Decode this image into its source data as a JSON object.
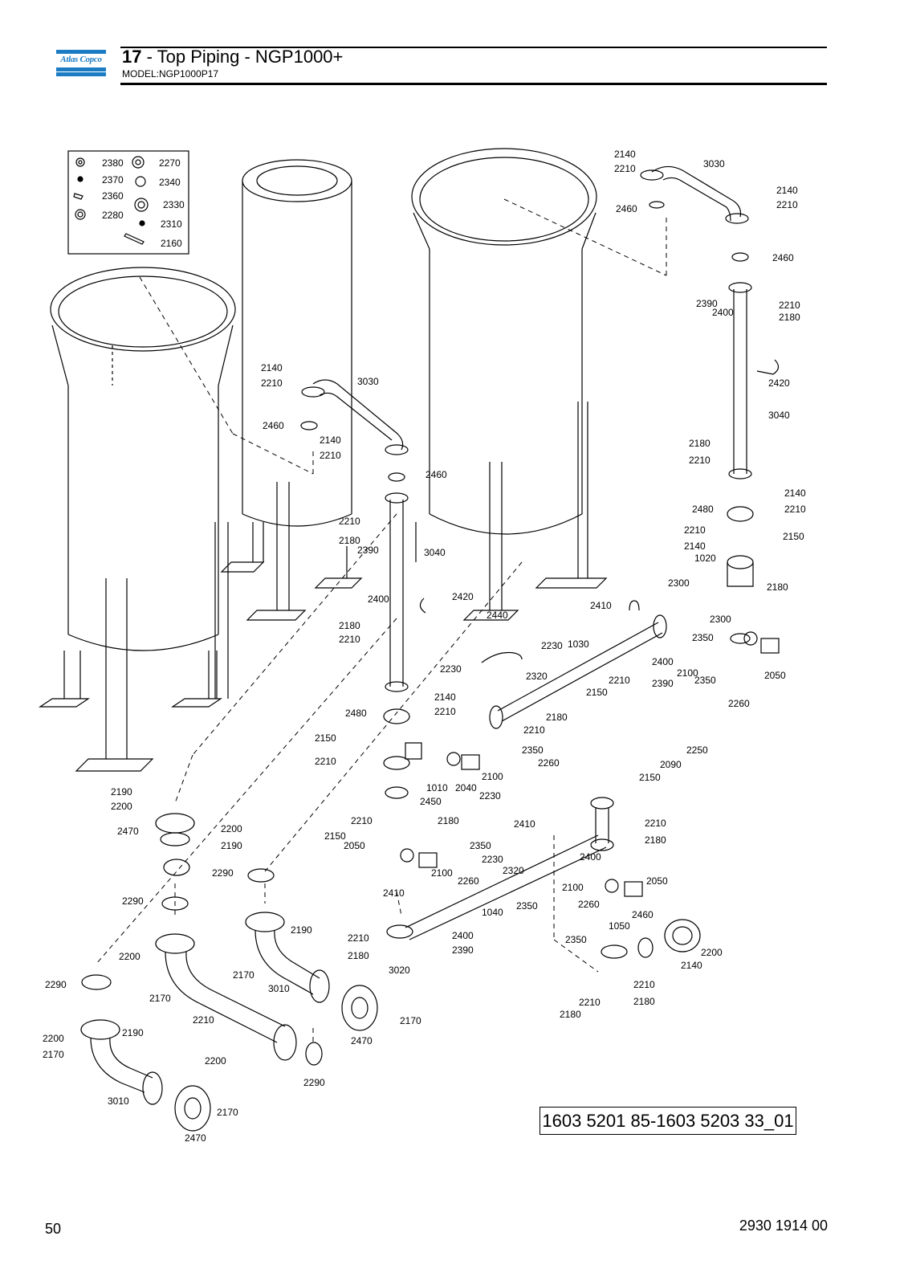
{
  "header": {
    "brand": "Atlas Copco",
    "section_number": "17",
    "title_rest": " - Top Piping - NGP1000+",
    "model": "MODEL:NGP1000P17"
  },
  "drawing_id": "1603 5201 85-1603 5203 33_01",
  "footer": {
    "page_number": "50",
    "document_number": "2930 1914 00"
  },
  "legend": {
    "items": [
      "2380",
      "2270",
      "2370",
      "2340",
      "2360",
      "2330",
      "2280",
      "2310",
      "2160"
    ]
  },
  "callouts": [
    "2140",
    "2210",
    "3030",
    "2140",
    "2210",
    "2460",
    "2460",
    "2390",
    "2400",
    "2210",
    "2180",
    "2420",
    "3040",
    "2180",
    "2210",
    "2140",
    "2480",
    "2210",
    "2210",
    "2150",
    "2140",
    "1020",
    "2180",
    "2300",
    "2300",
    "2350",
    "2050",
    "2100",
    "2350",
    "2260",
    "2140",
    "2210",
    "3030",
    "2460",
    "2140",
    "2210",
    "2460",
    "2210",
    "2180",
    "2390",
    "3040",
    "2400",
    "2420",
    "2410",
    "2440",
    "2180",
    "2210",
    "2230",
    "1030",
    "2230",
    "2400",
    "2320",
    "2210",
    "2390",
    "2150",
    "2140",
    "2480",
    "2210",
    "2180",
    "2210",
    "2150",
    "2210",
    "2350",
    "2260",
    "2100",
    "1010",
    "2040",
    "2250",
    "2090",
    "2150",
    "2190",
    "2200",
    "2470",
    "2200",
    "2190",
    "2210",
    "2450",
    "2230",
    "2180",
    "2410",
    "2210",
    "2180",
    "2150",
    "2050",
    "2350",
    "2230",
    "2100",
    "2260",
    "2320",
    "2400",
    "2050",
    "2290",
    "2290",
    "2410",
    "1040",
    "2100",
    "2350",
    "2260",
    "2460",
    "1050",
    "2210",
    "2400",
    "2180",
    "2390",
    "2190",
    "2200",
    "2170",
    "3010",
    "2200",
    "2140",
    "2210",
    "3020",
    "2290",
    "2170",
    "2350",
    "2210",
    "2170",
    "2470",
    "2180",
    "2210",
    "2180",
    "2190",
    "2200",
    "2170",
    "3010",
    "2200",
    "2170",
    "2290",
    "2470"
  ]
}
